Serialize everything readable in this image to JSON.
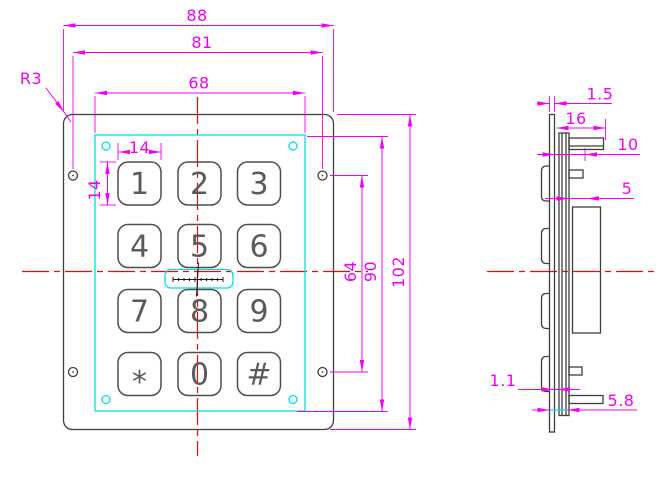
{
  "drawing_type": "keypad-dimension-drawing",
  "front": {
    "keys": [
      "1",
      "2",
      "3",
      "4",
      "5",
      "6",
      "7",
      "8",
      "9",
      "*",
      "0",
      "#"
    ],
    "dim_width_overall": "88",
    "dim_width_holes": "81",
    "dim_width_cutout": "68",
    "dim_key_width": "14",
    "dim_key_height": "14",
    "dim_corner_radius": "R3",
    "dim_hole_spacing_v": "64",
    "dim_cutout_height": "90",
    "dim_height_overall": "102"
  },
  "side": {
    "dim_panel_thickness": "1.5",
    "dim_connector_length": "16",
    "dim_rear_depth": "10",
    "dim_module_depth": "5",
    "dim_key_gap": "1.1",
    "dim_assembly_depth": "5.8"
  },
  "colors": {
    "dimension": "#f300f3",
    "centerline": "#f50505",
    "cutout_highlight": "#00e0e0",
    "outline": "#3f3f3f"
  }
}
